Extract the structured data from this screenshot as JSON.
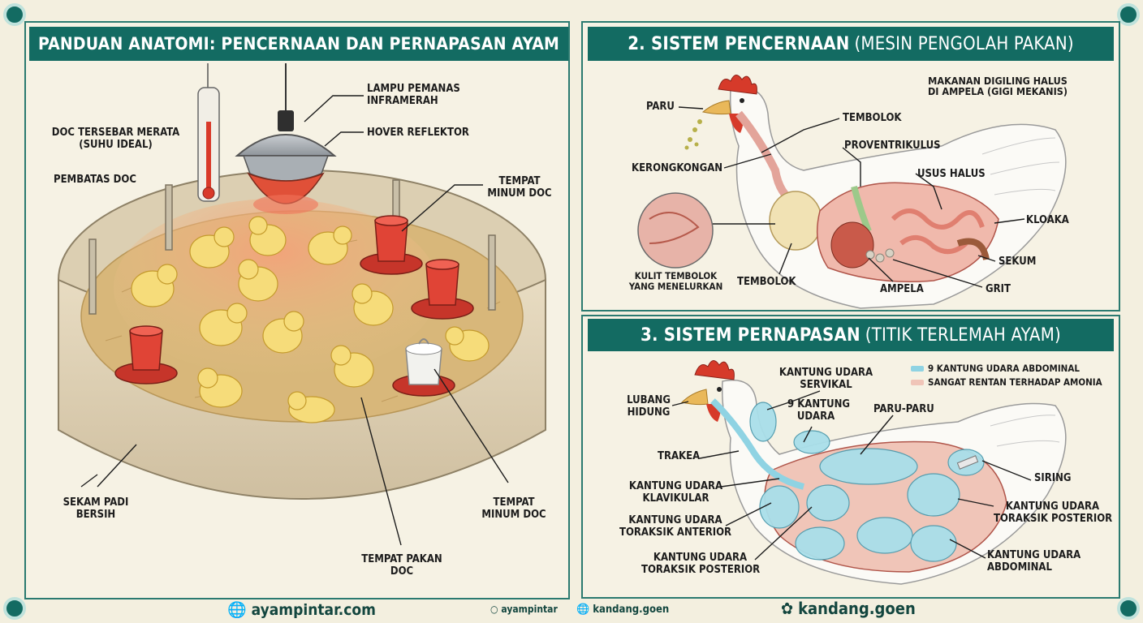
{
  "left": {
    "title": "PANDUAN ANATOMI: PENCERNAAN DAN PERNAPASAN AYAM",
    "labels": {
      "lamp": "LAMPU PEMANAS\nINFRAMERAH",
      "hover": "HOVER REFLEKTOR",
      "doc_spread": "DOC TERSEBAR MERATA\n(SUHU IDEAL)",
      "divider": "PEMBATAS DOC",
      "drinker_top": "TEMPAT\nMINUM DOC",
      "husk": "SEKAM PADI\nBERSIH",
      "drinker_bottom": "TEMPAT\nMINUM DOC",
      "feeder": "TEMPAT PAKAN\nDOC"
    },
    "footer_site": "ayampintar.com",
    "footer_ig": "ayampintar"
  },
  "digestive": {
    "title_main": "2. SISTEM PENCERNAAN",
    "title_sub": "(MESIN PENGOLAH PAKAN)",
    "labels": {
      "paru": "PARU",
      "ground_note": "MAKANAN DIGILING HALUS\nDI AMPELA (GIGI MEKANIS)",
      "tembolok_top": "TEMBOLOK",
      "proventrikulus": "PROVENTRIKULUS",
      "kerongkongan": "KERONGKONGAN",
      "usus_halus": "USUS HALUS",
      "kloaka": "KLOAKA",
      "kulit": "KULIT TEMBOLOK\nYANG MENELURKAN",
      "tembolok_bottom": "TEMBOLOK",
      "sekum": "SEKUM",
      "ampela": "AMPELA",
      "grit": "GRIT"
    }
  },
  "respiratory": {
    "title_main": "3. SISTEM PERNAPASAN",
    "title_sub": "(TITIK TERLEMAH AYAM)",
    "legend": [
      {
        "text": "9 KANTUNG UDARA ABDOMINAL",
        "color": "#8fd3e3"
      },
      {
        "text": "SANGAT RENTAN TERHADAP AMONIA",
        "color": "#f0c5b8"
      }
    ],
    "labels": {
      "servikal": "KANTUNG UDARA\nSERVIKAL",
      "lubang": "LUBANG\nHIDUNG",
      "sembilan": "9 KANTUNG\nUDARA",
      "paru_paru": "PARU-PARU",
      "trakea": "TRAKEA",
      "siring": "SIRING",
      "klavikular": "KANTUNG UDARA\nKLAVIKULAR",
      "toraksik_posterior_r": "KANTUNG UDARA\nTORAKSIK POSTERIOR",
      "toraksik_anterior": "KANTUNG UDARA\nTORAKSIK ANTERIOR",
      "abdominal": "KANTUNG UDARA\nABDOMINAL",
      "toraksik_posterior_b": "KANTUNG UDARA\nTORAKSIK POSTERIOR"
    },
    "footer_left": "kandang.goen",
    "footer_right": "kandang.goen"
  },
  "colors": {
    "teal": "#136b62",
    "cream": "#f6f2e4",
    "red": "#d93a2b",
    "chick": "#f6dc7a",
    "air": "#8fd3e3"
  }
}
